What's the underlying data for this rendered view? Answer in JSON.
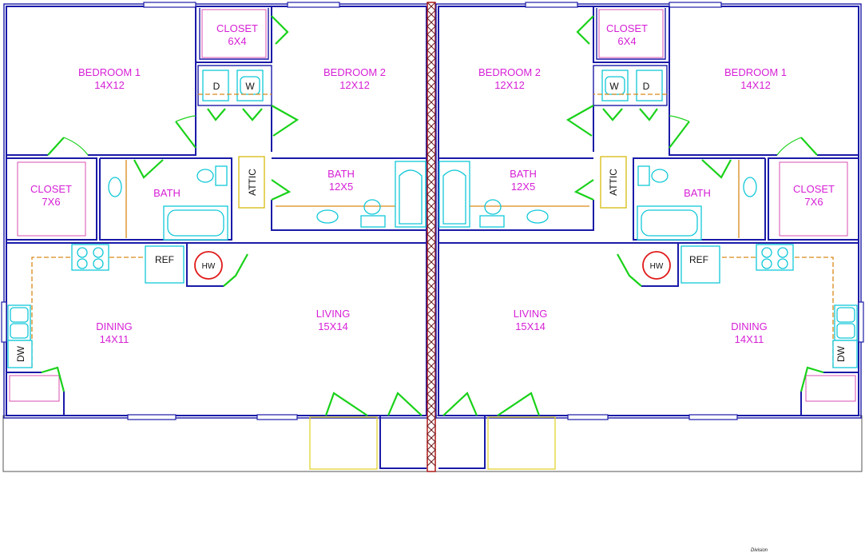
{
  "rooms": {
    "bedroom1": {
      "name": "BEDROOM 1",
      "size": "14X12"
    },
    "bedroom2": {
      "name": "BEDROOM 2",
      "size": "12X12"
    },
    "closet_small": {
      "name": "CLOSET",
      "size": "6X4"
    },
    "closet_large": {
      "name": "CLOSET",
      "size": "7X6"
    },
    "bath_small": {
      "name": "BATH"
    },
    "bath_large": {
      "name": "BATH",
      "size": "12X5"
    },
    "living": {
      "name": "LIVING",
      "size": "15X14"
    },
    "dining": {
      "name": "DINING",
      "size": "14X11"
    }
  },
  "tags": {
    "dryer": "D",
    "washer": "W",
    "attic": "ATTIC",
    "refrigerator": "REF",
    "water_heater": "HW",
    "dishwasher": "DW"
  },
  "stamp": "Division",
  "colors": {
    "walls": "#1a1aa8",
    "doors": "#19d119",
    "fixtures": "#10c8d8",
    "counters": "#d98a1a",
    "labels": "#d61fd6",
    "party_wall": "#b01818",
    "water_heater": "#e01818",
    "porch": "#e0d020"
  },
  "icons": [
    "door-swing-icon",
    "toilet-icon",
    "sink-icon",
    "bathtub-icon",
    "shower-icon",
    "range-icon",
    "water-heater-icon"
  ]
}
